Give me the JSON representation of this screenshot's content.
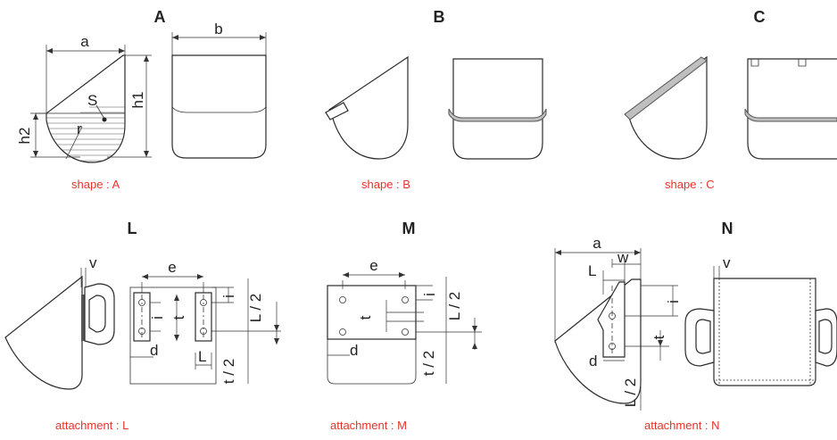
{
  "headings": {
    "A": "A",
    "B": "B",
    "C": "C",
    "L": "L",
    "M": "M",
    "N": "N"
  },
  "captions": {
    "shapeA": "shape : A",
    "shapeB": "shape : B",
    "shapeC": "shape : C",
    "attL": "attachment : L",
    "attM": "attachment : M",
    "attN": "attachment : N"
  },
  "labels": {
    "a": "a",
    "b": "b",
    "S": "S",
    "r": "r",
    "h1": "h1",
    "h2": "h2",
    "v": "v",
    "e": "e",
    "i": "i",
    "t": "t",
    "d": "d",
    "L": "L",
    "L2": "L / 2",
    "t2": "t / 2",
    "w": "w"
  },
  "colors": {
    "caption": "#e8332a",
    "line": "#2b2b2b"
  }
}
